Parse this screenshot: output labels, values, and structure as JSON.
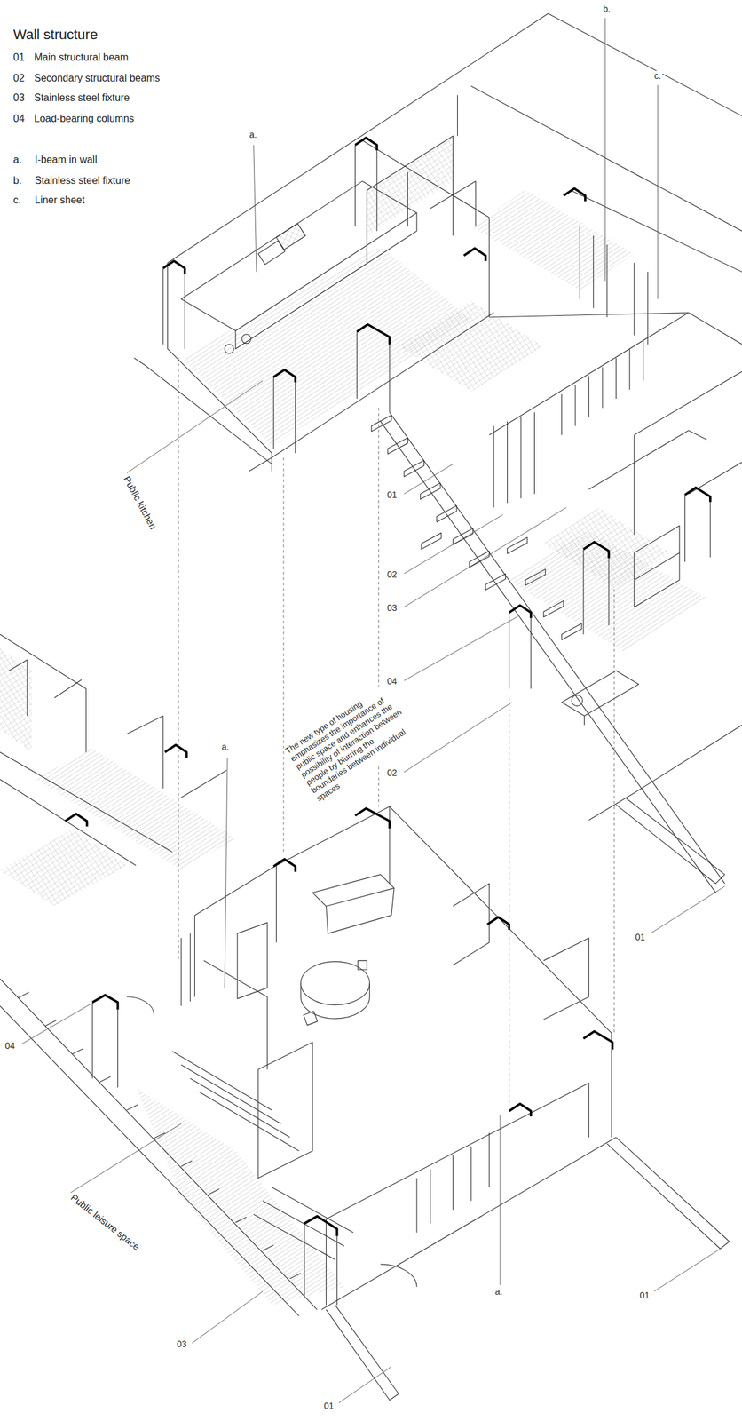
{
  "diagram": {
    "title": "Wall structure",
    "labels": [
      "01",
      "Main structural beam",
      "02",
      "Secondary structural beams",
      "03",
      "Stainless steel fixture",
      "04",
      "Load-bearing columns",
      "a.",
      "I-beam in wall",
      "b.",
      "Stainless steel fixture",
      "c.",
      "Liner sheet",
      "b.",
      "c.",
      "a.",
      "Public kitchen",
      "01",
      "02",
      "03",
      "04",
      "02",
      "The new type of housing emphasizes the importance of public space and enhances the possibility of interaction between people by blurring the boundaries between individual spaces",
      "a.",
      "01",
      "04",
      "Public leisure space",
      "a.",
      "01",
      "03",
      "01"
    ]
  }
}
